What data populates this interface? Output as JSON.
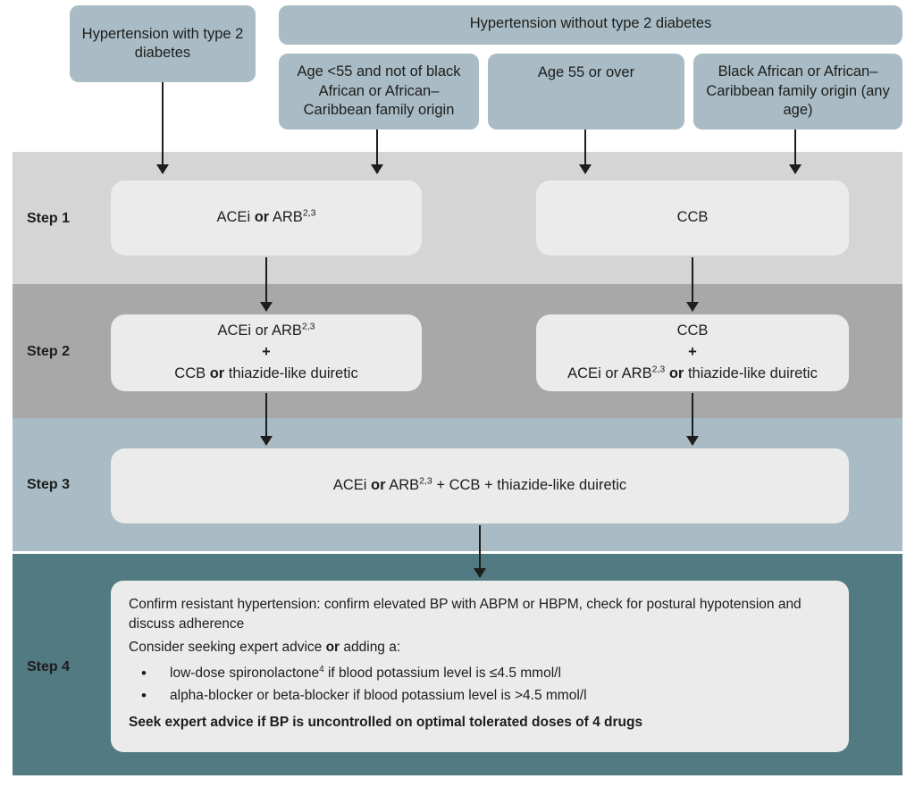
{
  "title": "NICE hypertension treatment step pathway",
  "colors": {
    "header_box": "#a9bcc5",
    "treatment_box": "#ebebeb",
    "band_step1": "#d5d5d5",
    "band_step2": "#a8a8a8",
    "band_step3": "#a9bcc5",
    "band_step4": "#527a83",
    "text": "#1d1d1b",
    "arrow": "#1d1d1b"
  },
  "header": {
    "diabetes": "Hypertension with type 2 diabetes",
    "no_diabetes": "Hypertension without type 2 diabetes",
    "branches": [
      "Age <55 and not of black African or African–Caribbean family origin",
      "Age 55 or over",
      "Black African or African–Caribbean family origin (any age)"
    ]
  },
  "steps": [
    {
      "label": "Step 1",
      "boxes": [
        {
          "name": "step1-left",
          "text": "ACEi or ARB2,3"
        },
        {
          "name": "step1-right",
          "text": "CCB"
        }
      ]
    },
    {
      "label": "Step 2",
      "boxes": [
        {
          "name": "step2-left",
          "text": "ACEi or ARB2,3 + CCB or thiazide-like duiretic"
        },
        {
          "name": "step2-right",
          "text": "CCB + ACEi or ARB2,3 or thiazide-like duiretic"
        }
      ]
    },
    {
      "label": "Step 3",
      "boxes": [
        {
          "name": "step3",
          "text": "ACEi or ARB2,3 + CCB + thiazide-like duiretic"
        }
      ]
    },
    {
      "label": "Step 4",
      "boxes": [
        {
          "name": "step4",
          "text": "Confirm resistant hypertension …"
        }
      ]
    }
  ],
  "step1": {
    "left": {
      "pre": "ACEi ",
      "or": "or",
      "post": " ARB",
      "sup": "2,3"
    },
    "right": {
      "text": "CCB"
    }
  },
  "step2": {
    "left": {
      "line1_pre": "ACEi or ARB",
      "line1_sup": "2,3",
      "plus": "+",
      "line3_pre": "CCB ",
      "line3_or": "or",
      "line3_post": " thiazide-like duiretic"
    },
    "right": {
      "line1": "CCB",
      "plus": "+",
      "line3_pre": "ACEi or ARB",
      "line3_sup": "2,3",
      "line3_or": " or",
      "line3_post": " thiazide-like duiretic"
    }
  },
  "step3": {
    "pre": "ACEi ",
    "or": "or",
    "mid": " ARB",
    "sup": "2,3",
    "post": " + CCB + thiazide-like duiretic"
  },
  "step4": {
    "line1": "Confirm resistant hypertension: confirm elevated BP with ABPM or HBPM, check for postural hypotension and discuss adherence",
    "line2_pre": "Consider seeking expert advice ",
    "line2_or": "or",
    "line2_post": " adding a:",
    "bullets": [
      {
        "pre": "low-dose spironolactone",
        "sup": "4",
        "post": " if blood potassium level is ≤4.5 mmol/l"
      },
      {
        "pre": "alpha-blocker or beta-blocker if blood potassium level is >4.5 mmol/l",
        "sup": "",
        "post": ""
      }
    ],
    "final": "Seek expert advice if BP is uncontrolled on optimal tolerated doses of 4 drugs"
  }
}
